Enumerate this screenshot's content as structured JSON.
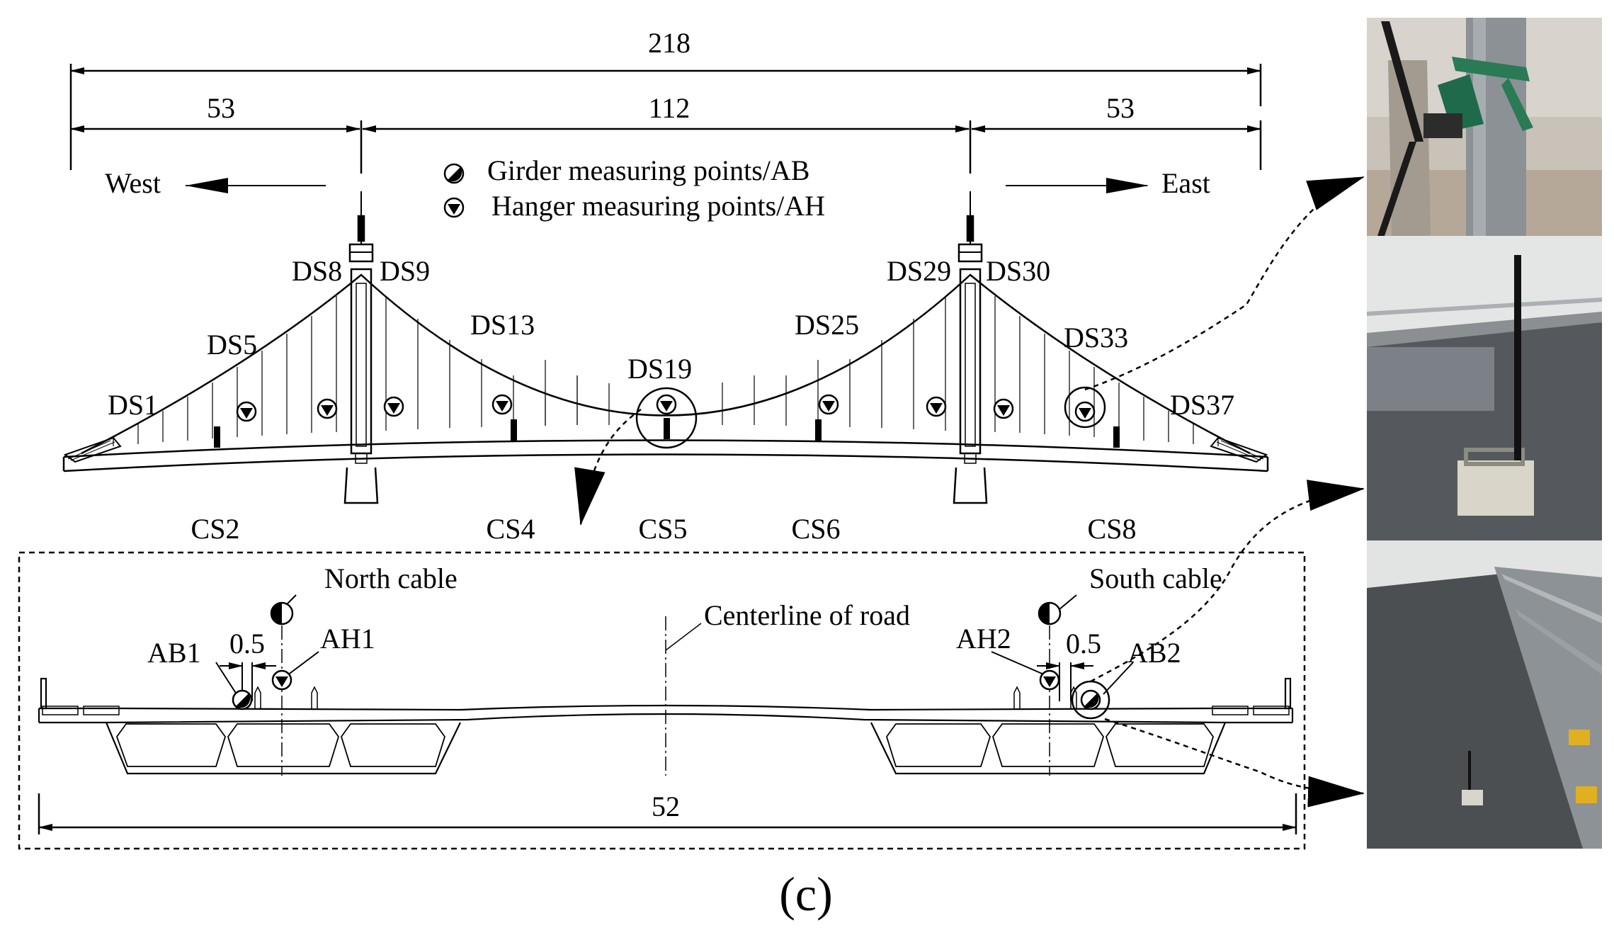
{
  "dimensions": {
    "total": "218",
    "side_span_west": "53",
    "main_span": "112",
    "side_span_east": "53",
    "deck_width": "52",
    "sensor_offset_north": "0.5",
    "sensor_offset_south": "0.5"
  },
  "directions": {
    "west": "West",
    "east": "East"
  },
  "legend": {
    "girder": "Girder measuring points/AB",
    "hanger": "Hanger measuring points/AH"
  },
  "hangers": [
    "DS1",
    "DS5",
    "DS8",
    "DS9",
    "DS13",
    "DS19",
    "DS25",
    "DS29",
    "DS30",
    "DS33",
    "DS37"
  ],
  "sections": [
    "CS2",
    "CS4",
    "CS5",
    "CS6",
    "CS8"
  ],
  "cross_section": {
    "north_cable": "North cable",
    "south_cable": "South cable",
    "centerline": "Centerline of road",
    "ab1": "AB1",
    "ah1": "AH1",
    "ah2": "AH2",
    "ab2": "AB2"
  },
  "caption": "(c)"
}
